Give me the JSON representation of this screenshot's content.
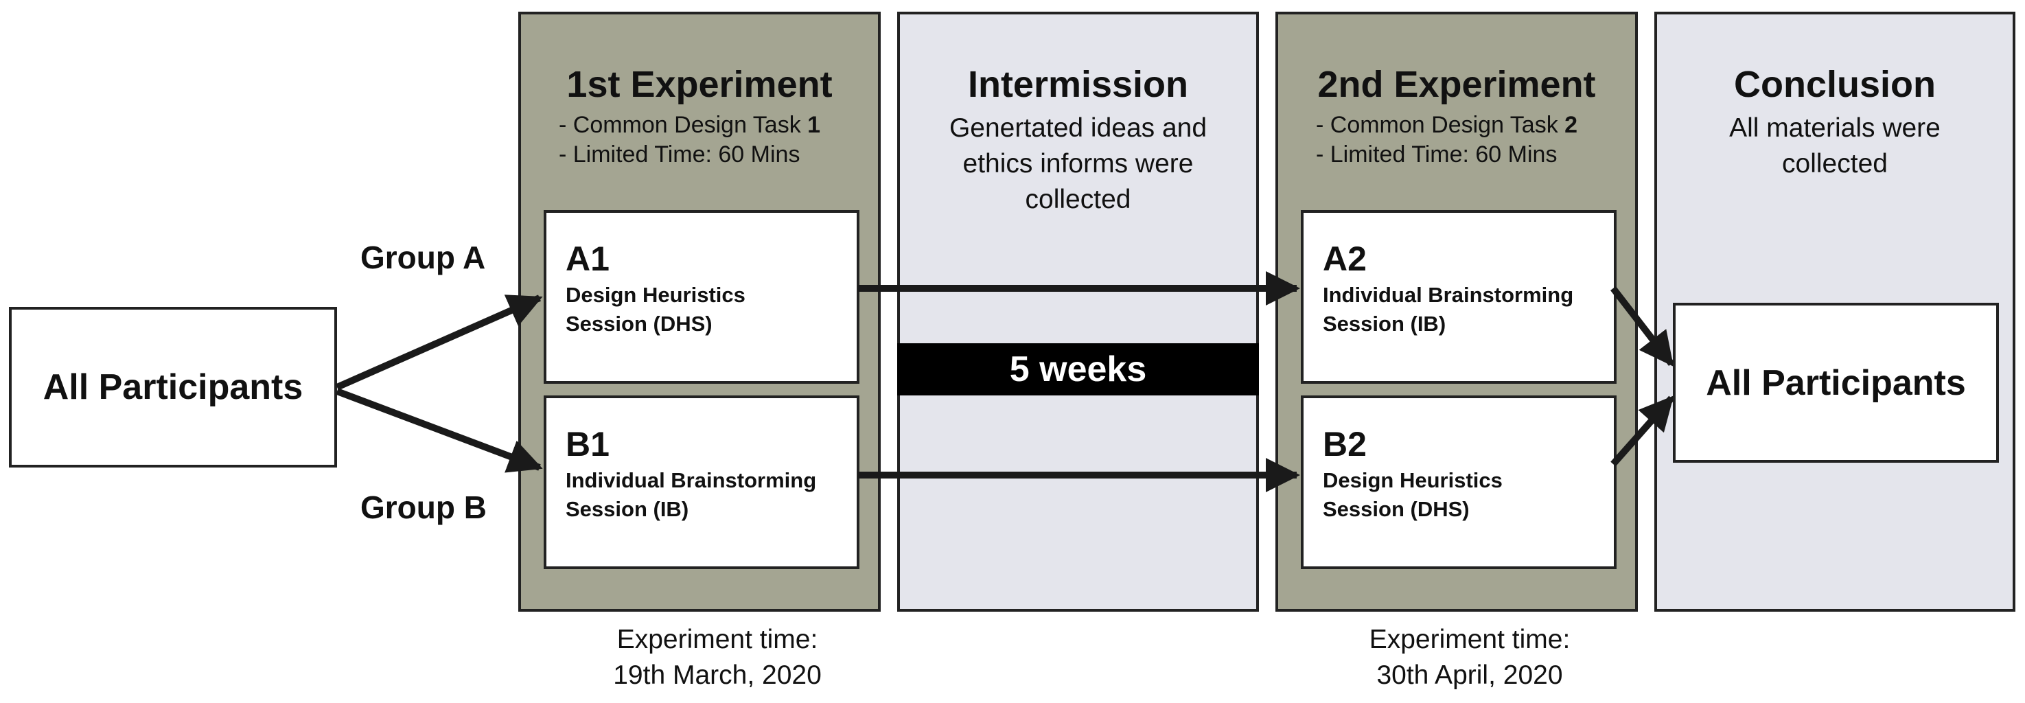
{
  "left_box": {
    "label": "All Participants"
  },
  "groups": {
    "a": "Group A",
    "b": "Group B"
  },
  "experiment1": {
    "title": "1st Experiment",
    "task_prefix": "- Common Design Task ",
    "task_number": "1",
    "time_limit": "- Limited Time: 60 Mins",
    "a1": {
      "code": "A1",
      "line1": "Design Heuristics",
      "line2": "Session (DHS)"
    },
    "b1": {
      "code": "B1",
      "line1": "Individual Brainstorming",
      "line2": "Session (IB)"
    },
    "date_line1": "Experiment time:",
    "date_line2": "19th March, 2020"
  },
  "intermission": {
    "title": "Intermission",
    "desc_line1": "Genertated ideas and",
    "desc_line2": "ethics informs were",
    "desc_line3": "collected",
    "duration": "5 weeks"
  },
  "experiment2": {
    "title": "2nd Experiment",
    "task_prefix": "- Common Design Task ",
    "task_number": "2",
    "time_limit": "- Limited Time: 60 Mins",
    "a2": {
      "code": "A2",
      "line1": "Individual Brainstorming",
      "line2": "Session (IB)"
    },
    "b2": {
      "code": "B2",
      "line1": "Design Heuristics",
      "line2": "Session (DHS)"
    },
    "date_line1": "Experiment time:",
    "date_line2": "30th April, 2020"
  },
  "conclusion": {
    "title": "Conclusion",
    "desc_line1": "All materials were",
    "desc_line2": "collected",
    "box_label": "All Participants"
  },
  "colors": {
    "experiment_panel": "#a4a592",
    "intermission_panel": "#e4e5ec",
    "border": "#222222",
    "bar": "#000000"
  }
}
